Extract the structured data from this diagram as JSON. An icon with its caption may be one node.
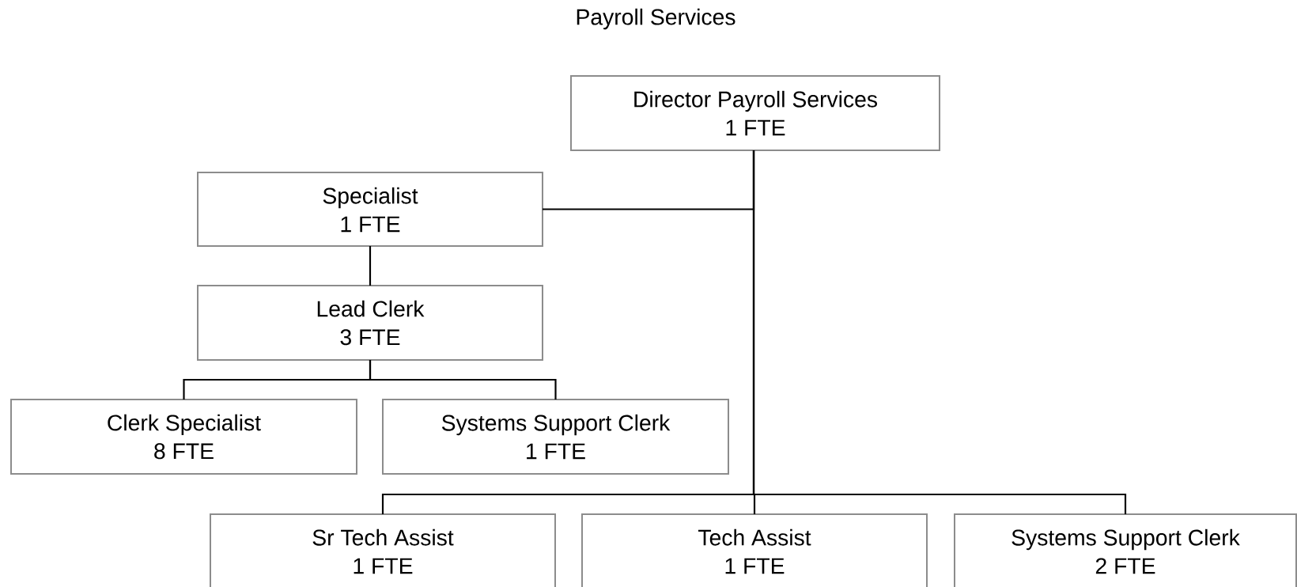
{
  "diagram": {
    "title": "Payroll Services",
    "nodes": [
      {
        "text": [
          "Director Payroll Services",
          "1 FTE"
        ]
      },
      {
        "text": [
          "Specialist",
          "1 FTE"
        ]
      },
      {
        "text": [
          "Lead Clerk",
          "3 FTE"
        ]
      },
      {
        "text": [
          "Clerk Specialist",
          "8 FTE"
        ]
      },
      {
        "text": [
          "Systems Support Clerk",
          "1 FTE"
        ]
      },
      {
        "text": [
          "Sr Tech Assist",
          "1 FTE"
        ]
      },
      {
        "text": [
          "Tech Assist",
          "1 FTE"
        ]
      },
      {
        "text": [
          "Systems Support Clerk",
          "2 FTE"
        ]
      }
    ],
    "edges": [
      {
        "from": 0,
        "to": 1,
        "arrow": "none"
      },
      {
        "from": 0,
        "to": 5,
        "arrow": "none"
      },
      {
        "from": 0,
        "to": 6,
        "arrow": "none"
      },
      {
        "from": 0,
        "to": 7,
        "arrow": "none"
      },
      {
        "from": 1,
        "to": 2,
        "arrow": "none"
      },
      {
        "from": 2,
        "to": 3,
        "arrow": "none"
      },
      {
        "from": 2,
        "to": 4,
        "arrow": "none"
      }
    ]
  }
}
